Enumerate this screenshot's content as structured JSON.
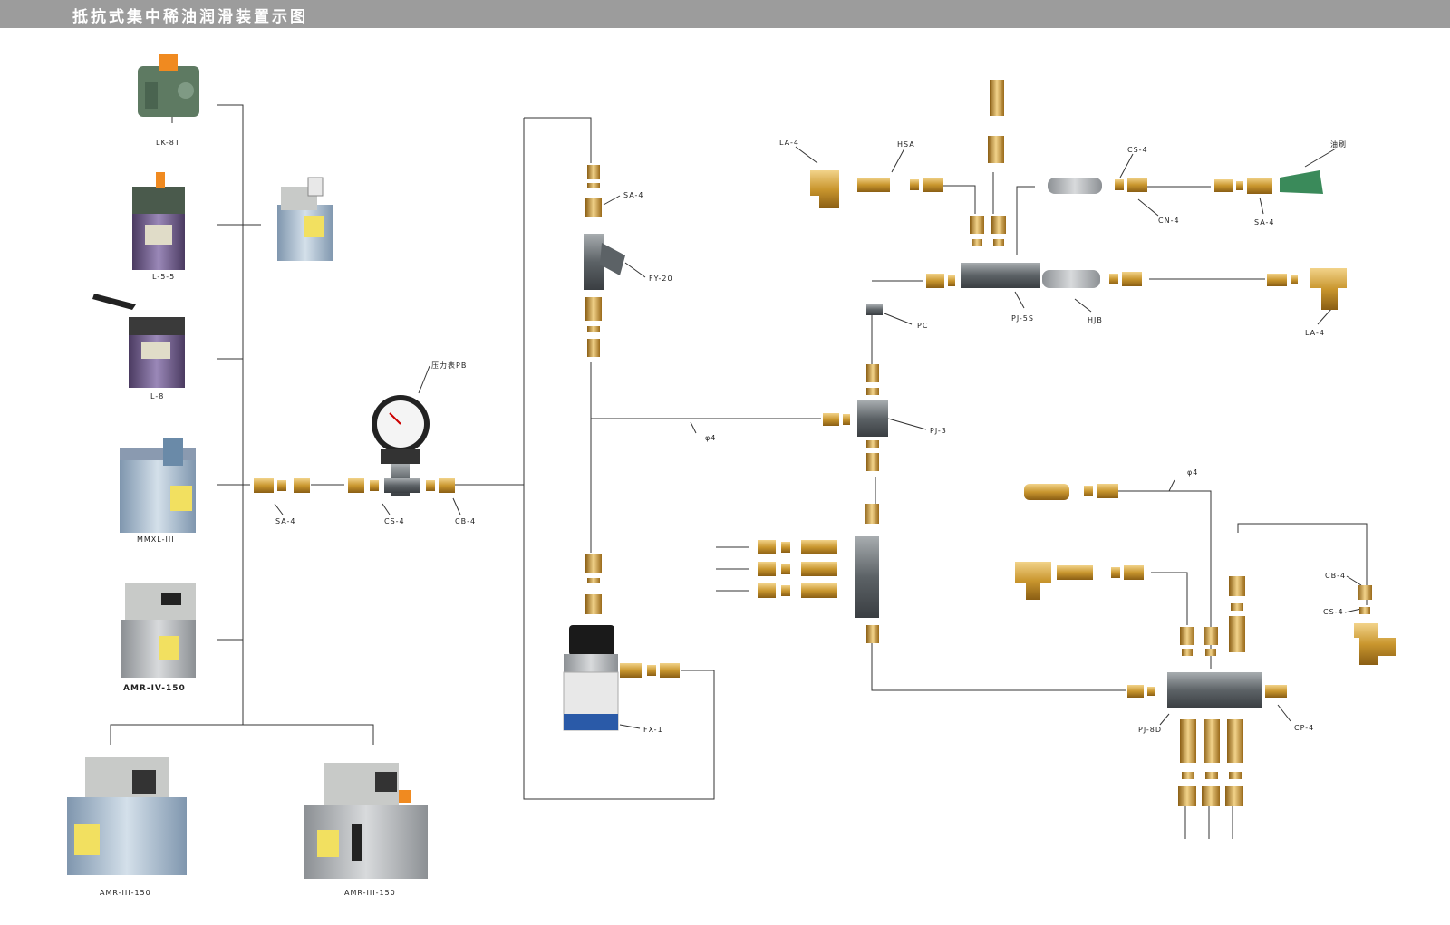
{
  "title": "抵抗式集中稀油润滑装置示图",
  "labels": {
    "lk8t": "LK-8T",
    "l55": "L-5-5",
    "l8": "L-8",
    "mmxl": "MMXL-III",
    "amr4": "AMR-IV-150",
    "amr3a": "AMR-III-150",
    "amr3b": "AMR-III-150",
    "sa4_left": "SA-4",
    "cs4_left": "CS-4",
    "cb4_left": "CB-4",
    "pb": "压力表PB",
    "sa4_top": "SA-4",
    "fy20": "FY-20",
    "fx1": "FX-1",
    "phi4_mid": "φ4",
    "pj3": "PJ-3",
    "pc": "PC",
    "la4_top": "LA-4",
    "hsa": "HSA",
    "cs4_top": "CS-4",
    "brush": "油刷",
    "cn4": "CN-4",
    "sa4_right": "SA-4",
    "pj5s": "PJ-5S",
    "hjb": "HJB",
    "la4_right": "LA-4",
    "phi4_right": "φ4",
    "cb4_right": "CB-4",
    "cs4_right": "CS-4",
    "pj8d": "PJ-8D",
    "cp4": "CP-4"
  },
  "colors": {
    "brass": "#c9962e",
    "brass_light": "#e8c06a",
    "steel": "#6e7478",
    "tank_purple": "#7a6a9a",
    "tank_blue": "#9fb4c8",
    "gray_body": "#b8bcc0",
    "green_body": "#5e7a62",
    "orange_cap": "#f08a20"
  }
}
